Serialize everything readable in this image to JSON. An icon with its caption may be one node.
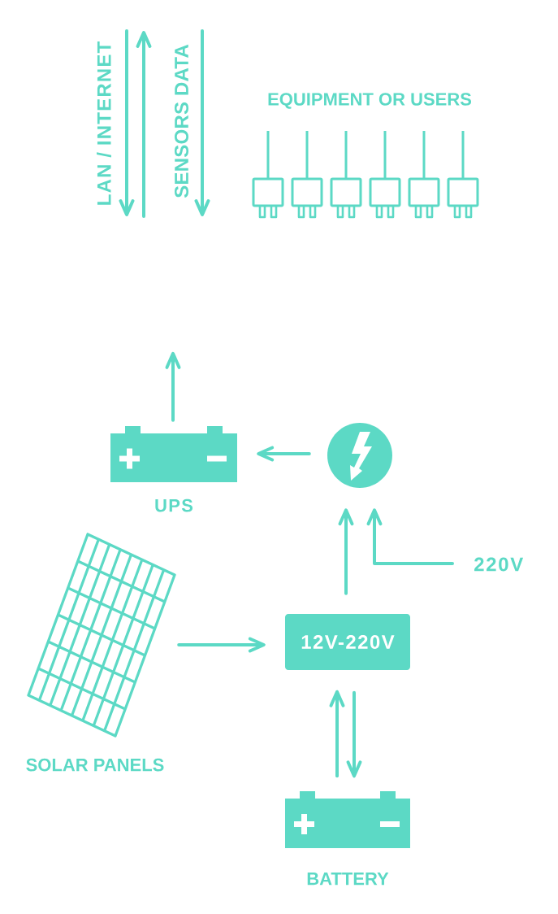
{
  "diagram": {
    "nodes": [
      {
        "text": [
          "UPS"
        ]
      },
      {
        "text": [],
        "shape": "circle"
      },
      {
        "text": [
          "220V"
        ]
      },
      {
        "text": [
          "SOLAR PANELS"
        ]
      },
      {
        "text": [
          "12V-220V"
        ]
      },
      {
        "text": [
          "BATTERY"
        ]
      }
    ],
    "edges": [
      {
        "from": 0,
        "to": null,
        "arrow": "to"
      },
      {
        "from": 1,
        "to": 0,
        "arrow": "to"
      },
      {
        "from": 4,
        "to": 1,
        "arrow": "to"
      },
      {
        "from": 2,
        "to": 1,
        "arrow": "to"
      },
      {
        "from": 3,
        "to": 4,
        "arrow": "to"
      },
      {
        "from": 5,
        "to": 4,
        "arrow": "to"
      },
      {
        "from": 4,
        "to": 5,
        "arrow": "to"
      }
    ],
    "labels": [
      "LAN / INTERNET",
      "SENSORS DATA",
      "EQUIPMENT OR USERS"
    ]
  }
}
